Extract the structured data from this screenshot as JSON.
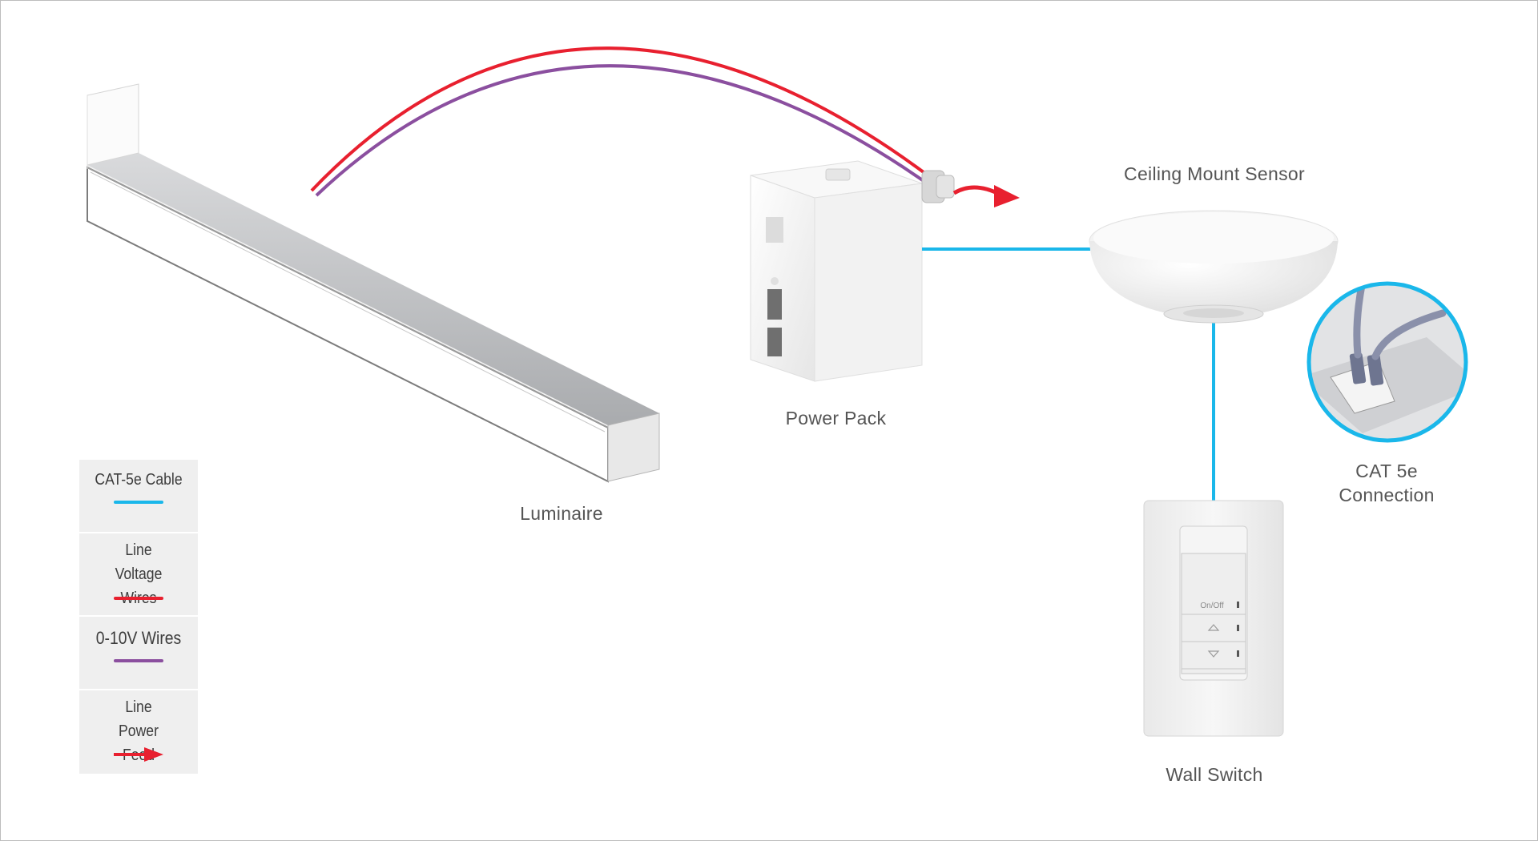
{
  "labels": {
    "luminaire": "Luminaire",
    "power_pack": "Power Pack",
    "ceiling_sensor": "Ceiling Mount Sensor",
    "cat5e_connection": "CAT 5e Connection",
    "wall_switch": "Wall Switch"
  },
  "switch_buttons": {
    "on_off": "On/Off"
  },
  "legend": [
    {
      "text": "CAT-5e Cable",
      "color": "#1ab7ea",
      "style": "line"
    },
    {
      "text": "Line Voltage Wires",
      "color": "#e8202f",
      "style": "line"
    },
    {
      "text": "0-10V Wires",
      "color": "#8b4f9f",
      "style": "line"
    },
    {
      "text": "Line Power Feed",
      "color": "#e8202f",
      "style": "arrow"
    }
  ],
  "colors": {
    "cat5e": "#1ab7ea",
    "line_voltage": "#e8202f",
    "zero_ten_v": "#8b4f9f",
    "device_white": "#f4f4f4",
    "legend_bg": "#efefef"
  }
}
